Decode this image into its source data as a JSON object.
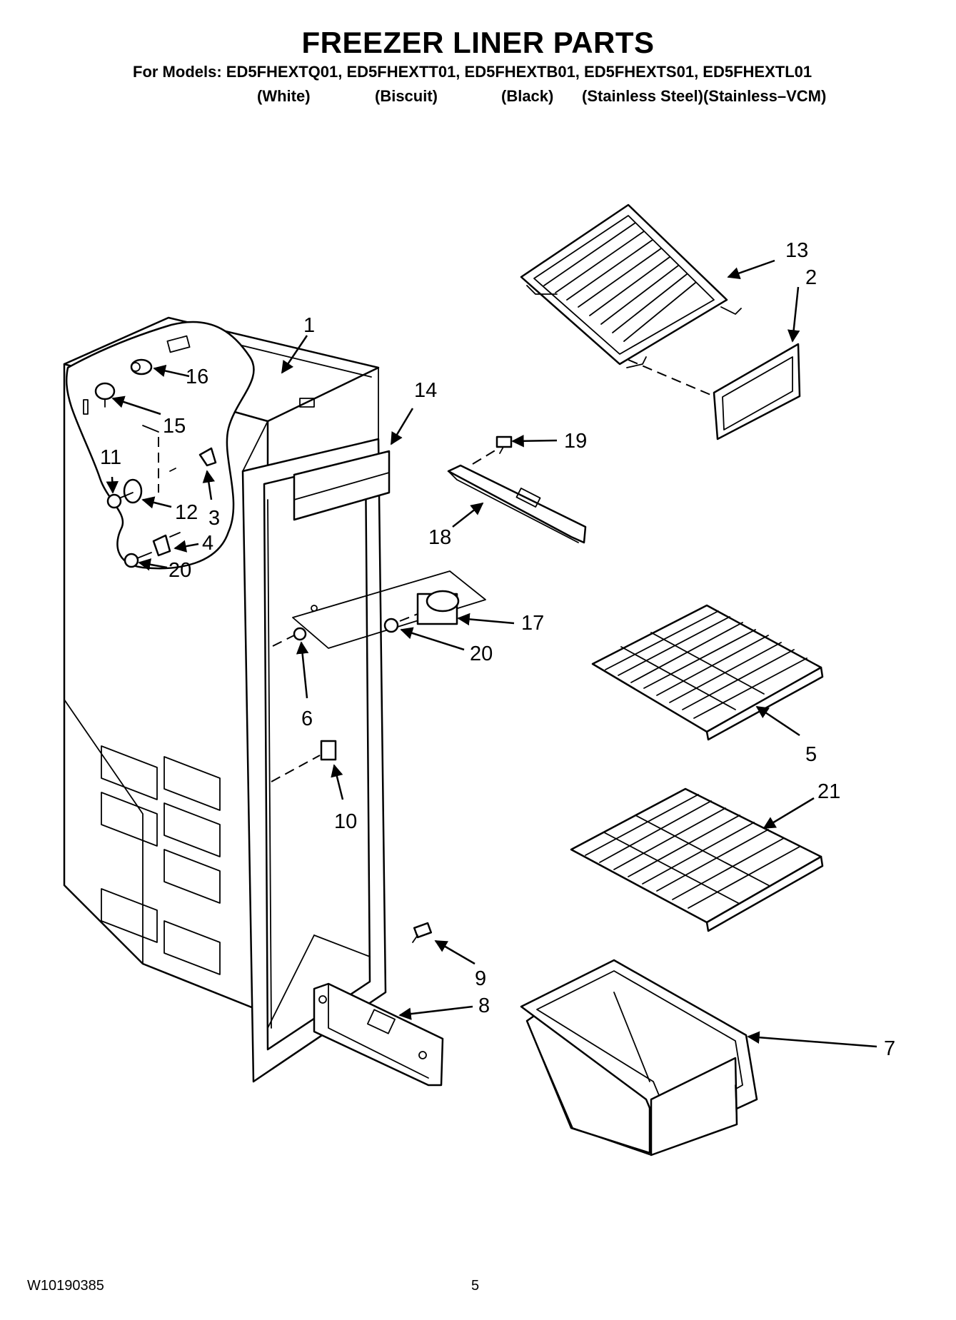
{
  "header": {
    "title": "FREEZER LINER PARTS",
    "models_line": "For Models: ED5FHEXTQ01, ED5FHEXTT01, ED5FHEXTB01, ED5FHEXTS01, ED5FHEXTL01",
    "variants": [
      "(White)",
      "(Biscuit)",
      "(Black)",
      "(Stainless Steel)(Stainless–VCM)"
    ]
  },
  "callouts": {
    "c1": "1",
    "c2": "2",
    "c3": "3",
    "c4": "4",
    "c5": "5",
    "c6": "6",
    "c7": "7",
    "c8": "8",
    "c9": "9",
    "c10": "10",
    "c11": "11",
    "c12": "12",
    "c13": "13",
    "c14": "14",
    "c15": "15",
    "c16": "16",
    "c17": "17",
    "c18": "18",
    "c19": "19",
    "c20a": "20",
    "c20b": "20",
    "c21": "21"
  },
  "footer": {
    "doc_code": "W10190385",
    "page_number": "5"
  }
}
